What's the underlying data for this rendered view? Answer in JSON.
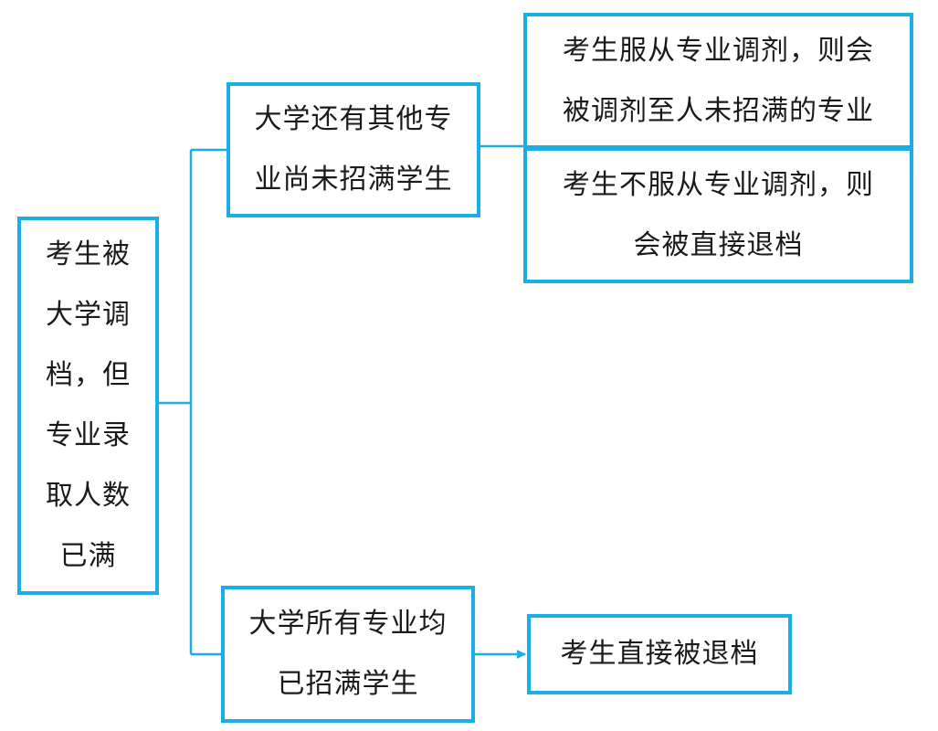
{
  "diagram": {
    "colors": {
      "border": "#1aaee5",
      "connector": "#1aaee5",
      "text": "#1a1a1a",
      "background": "#ffffff"
    },
    "nodes": {
      "root": "考生被大学调档，但专业录取人数已满",
      "upper_branch": "大学还有其他专业尚未招满学生",
      "lower_branch": "大学所有专业均已招满学生",
      "accept_adjustment": "考生服从专业调剂，则会被调剂至人未招满的专业",
      "reject_adjustment": "考生不服从专业调剂，则会被直接退档",
      "direct_return": "考生直接被退档"
    }
  }
}
